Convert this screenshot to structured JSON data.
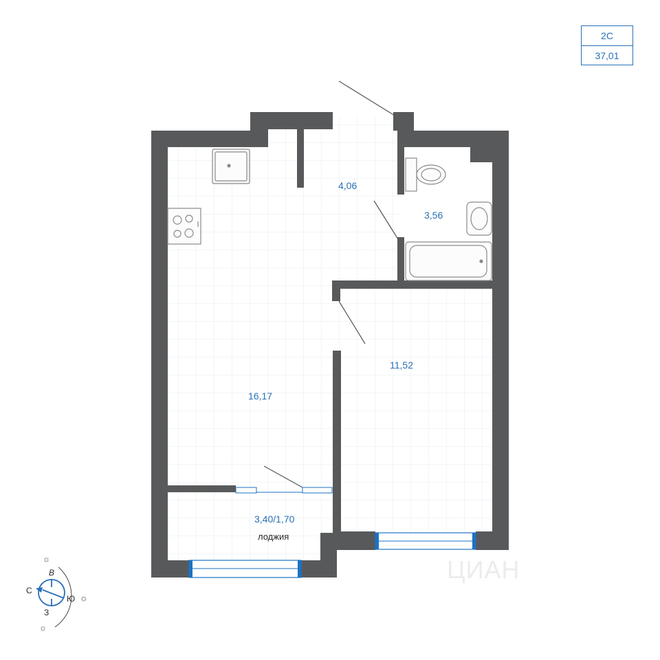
{
  "apartment": {
    "type": "2С",
    "total_area": "37,01"
  },
  "rooms": {
    "hall": {
      "area": "4,06"
    },
    "bathroom": {
      "area": "3,56"
    },
    "bedroom": {
      "area": "11,52"
    },
    "kitchen_living": {
      "area": "16,17"
    },
    "loggia": {
      "area": "3,40/1,70",
      "label": "лоджия"
    }
  },
  "compass": {
    "north": "С",
    "east": "В",
    "south": "Ю",
    "west": "З"
  },
  "watermark": "ЦИАН",
  "colors": {
    "wall": "#58595b",
    "grid": "#e6ebef",
    "accent": "#2a6fb5",
    "window": "#1b72c4",
    "fixture": "#8a8a8a"
  }
}
